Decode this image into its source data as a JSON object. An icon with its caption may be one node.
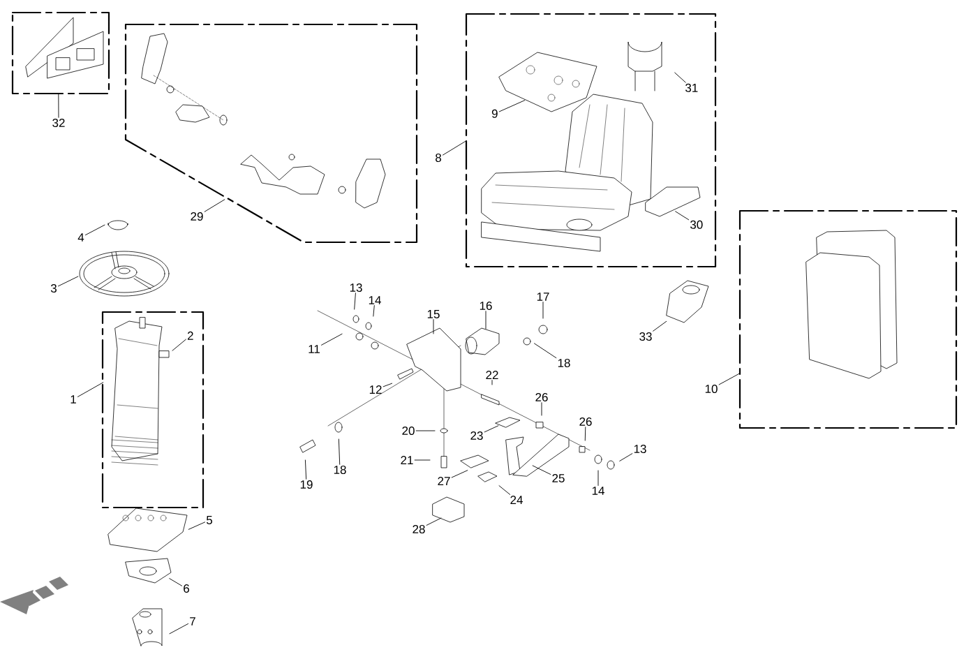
{
  "diagram": {
    "nodes": [
      {
        "text": [],
        "shape": "box"
      },
      {
        "text": [],
        "shape": "box"
      },
      {
        "text": [],
        "shape": "box"
      },
      {
        "text": [
          "31"
        ],
        "in": 2
      },
      {
        "text": [
          "9"
        ],
        "in": 2
      },
      {
        "text": [
          "32"
        ]
      },
      {
        "text": [
          "8"
        ]
      },
      {
        "text": [
          "29"
        ]
      },
      {
        "text": [
          "30"
        ],
        "in": 2
      },
      {
        "text": [
          "4"
        ]
      },
      {
        "text": [],
        "shape": "box"
      },
      {
        "text": [
          "3"
        ]
      },
      {
        "text": [
          "13"
        ]
      },
      {
        "text": [
          "17"
        ]
      },
      {
        "text": [
          "16"
        ]
      },
      {
        "text": [
          "14"
        ]
      },
      {
        "text": [
          "15"
        ]
      },
      {
        "text": [],
        "shape": "box"
      },
      {
        "text": [
          "2"
        ],
        "in": 17
      },
      {
        "text": [
          "33"
        ]
      },
      {
        "text": [
          "11"
        ]
      },
      {
        "text": [
          "18"
        ]
      },
      {
        "text": [
          "22"
        ]
      },
      {
        "text": [
          "12"
        ]
      },
      {
        "text": [
          "10"
        ]
      },
      {
        "text": [
          "26"
        ]
      },
      {
        "text": [
          "1"
        ]
      },
      {
        "text": [
          "26"
        ]
      },
      {
        "text": [
          "20"
        ]
      },
      {
        "text": [
          "23"
        ]
      },
      {
        "text": [
          "13"
        ]
      },
      {
        "text": [
          "21"
        ]
      },
      {
        "text": [
          "18"
        ]
      },
      {
        "text": [
          "25"
        ]
      },
      {
        "text": [
          "27"
        ]
      },
      {
        "text": [
          "19"
        ]
      },
      {
        "text": [
          "14"
        ]
      },
      {
        "text": [
          "24"
        ]
      },
      {
        "text": [
          "5"
        ]
      },
      {
        "text": [
          "28"
        ]
      },
      {
        "text": [
          "6"
        ]
      },
      {
        "text": [
          "7"
        ]
      }
    ],
    "edges": [
      {
        "from": 5,
        "to": 0,
        "arrow": "none"
      },
      {
        "from": 7,
        "to": 1,
        "arrow": "none"
      },
      {
        "from": 6,
        "to": 2,
        "arrow": "none"
      },
      {
        "from": 24,
        "to": 10,
        "arrow": "none"
      },
      {
        "from": 26,
        "to": 17,
        "arrow": "none"
      },
      {
        "from": 3,
        "to": null,
        "arrow": "none"
      },
      {
        "from": 4,
        "to": null,
        "arrow": "none"
      },
      {
        "from": 8,
        "to": null,
        "arrow": "none"
      },
      {
        "from": 9,
        "to": null,
        "arrow": "none"
      },
      {
        "from": 11,
        "to": null,
        "arrow": "none"
      },
      {
        "from": 12,
        "to": null,
        "arrow": "none"
      },
      {
        "from": 13,
        "to": null,
        "arrow": "none"
      },
      {
        "from": 14,
        "to": null,
        "arrow": "none"
      },
      {
        "from": 15,
        "to": null,
        "arrow": "none"
      },
      {
        "from": 16,
        "to": null,
        "arrow": "none"
      },
      {
        "from": 18,
        "to": null,
        "arrow": "none"
      },
      {
        "from": 19,
        "to": null,
        "arrow": "none"
      },
      {
        "from": 20,
        "to": null,
        "arrow": "none"
      },
      {
        "from": 21,
        "to": null,
        "arrow": "none"
      },
      {
        "from": 22,
        "to": null,
        "arrow": "none"
      },
      {
        "from": 23,
        "to": null,
        "arrow": "none"
      },
      {
        "from": 25,
        "to": null,
        "arrow": "none"
      },
      {
        "from": 27,
        "to": null,
        "arrow": "none"
      },
      {
        "from": 28,
        "to": null,
        "arrow": "none"
      },
      {
        "from": 29,
        "to": null,
        "arrow": "none"
      },
      {
        "from": 30,
        "to": null,
        "arrow": "none"
      },
      {
        "from": 31,
        "to": null,
        "arrow": "none"
      },
      {
        "from": 32,
        "to": null,
        "arrow": "none"
      },
      {
        "from": 33,
        "to": null,
        "arrow": "none"
      },
      {
        "from": 34,
        "to": null,
        "arrow": "none"
      },
      {
        "from": 35,
        "to": null,
        "arrow": "none"
      },
      {
        "from": 36,
        "to": null,
        "arrow": "none"
      },
      {
        "from": 37,
        "to": null,
        "arrow": "none"
      },
      {
        "from": 38,
        "to": null,
        "arrow": "none"
      },
      {
        "from": 39,
        "to": null,
        "arrow": "none"
      },
      {
        "from": 40,
        "to": null,
        "arrow": "none"
      },
      {
        "from": 41,
        "to": null,
        "arrow": "none"
      }
    ]
  }
}
